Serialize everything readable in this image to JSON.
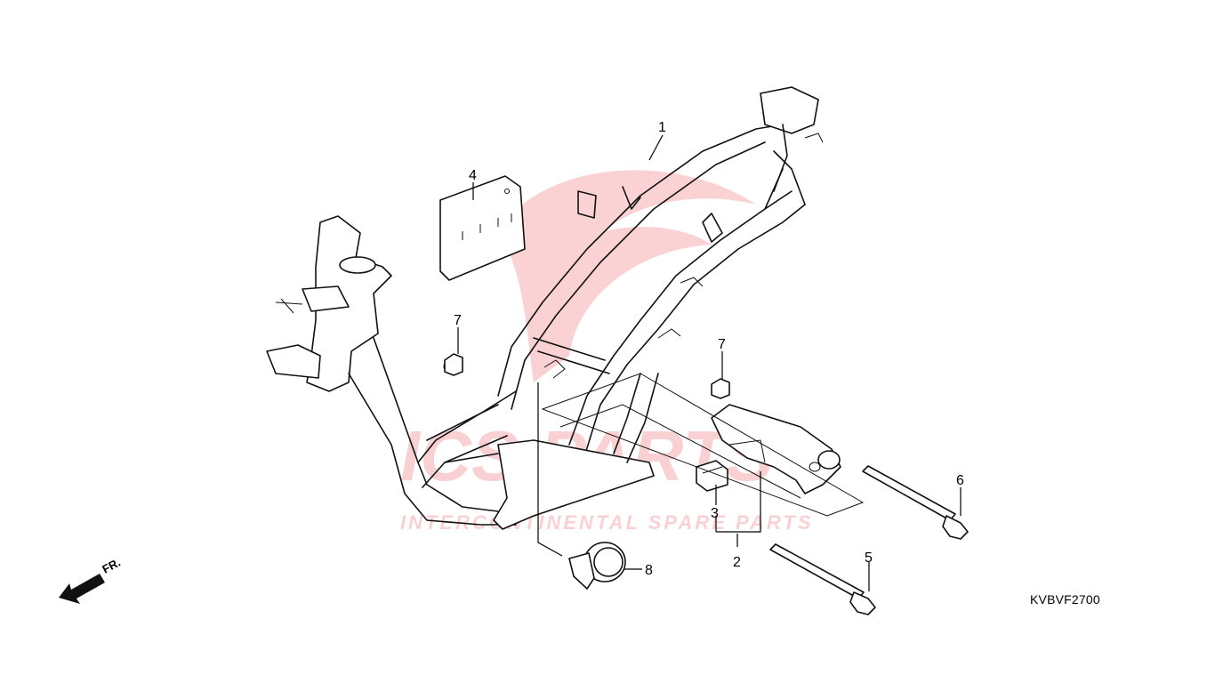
{
  "diagram": {
    "code": "KVBVF2700",
    "direction_label": "FR.",
    "watermark": {
      "brand": "ICS PARTS",
      "tagline": "INTERCONTINENTAL SPARE PARTS",
      "color": "#e8343c"
    },
    "callouts": [
      {
        "id": "1",
        "label": "1"
      },
      {
        "id": "2",
        "label": "2"
      },
      {
        "id": "3",
        "label": "3"
      },
      {
        "id": "4",
        "label": "4"
      },
      {
        "id": "5",
        "label": "5"
      },
      {
        "id": "6",
        "label": "6"
      },
      {
        "id": "7a",
        "label": "7"
      },
      {
        "id": "7b",
        "label": "7"
      },
      {
        "id": "8",
        "label": "8"
      }
    ]
  }
}
